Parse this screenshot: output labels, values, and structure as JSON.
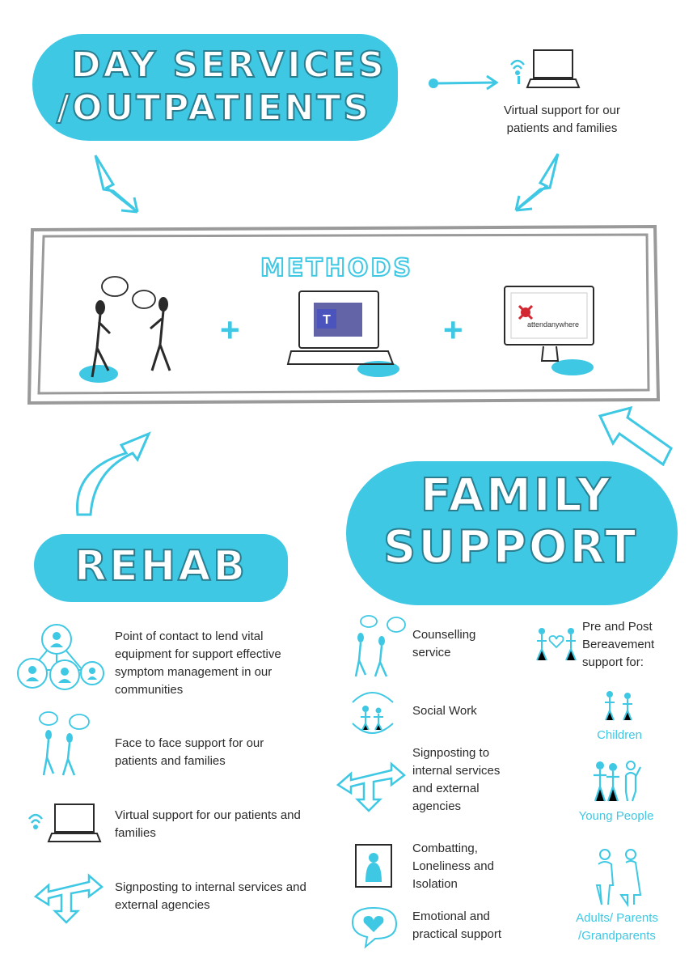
{
  "headings": {
    "day_services_line1": "DAY SERVICES",
    "day_services_line2": "/OUTPATIENTS",
    "methods": "METHODS",
    "rehab": "REHAB",
    "family_line1": "FAMILY",
    "family_line2": "SUPPORT"
  },
  "virtual_top": {
    "text": "Virtual support for our patients and families",
    "icon": "laptop-wifi-icon"
  },
  "methods_panel": {
    "items": [
      {
        "icon": "face-to-face-people-icon"
      },
      {
        "icon": "teams-laptop-icon",
        "logo_text": "T"
      },
      {
        "icon": "attend-anywhere-monitor-icon",
        "logo_text": "attendanywhere"
      }
    ],
    "plus": "+"
  },
  "rehab_items": [
    {
      "icon": "community-network-icon",
      "text": "Point of contact to lend vital equipment for support effective symptom management in our communities"
    },
    {
      "icon": "conversation-people-icon",
      "text": "Face to face support for our patients and families"
    },
    {
      "icon": "laptop-wifi-icon",
      "text": "Virtual support for our patients and families"
    },
    {
      "icon": "signpost-arrows-icon",
      "text": "Signposting to internal services and external agencies"
    }
  ],
  "family_items": [
    {
      "icon": "counselling-people-icon",
      "text": "Counselling service"
    },
    {
      "icon": "social-work-family-icon",
      "text": "Social Work"
    },
    {
      "icon": "signpost-arrows-icon",
      "text": "Signposting to internal services and external agencies"
    },
    {
      "icon": "isolation-figure-icon",
      "text": "Combatting, Loneliness and Isolation"
    },
    {
      "icon": "heart-speech-icon",
      "text": "Emotional and practical support"
    }
  ],
  "bereavement": {
    "text": "Pre and Post Bereavement support for:",
    "groups": [
      {
        "icon": "children-icon",
        "label": "Children"
      },
      {
        "icon": "young-people-icon",
        "label": "Young People"
      },
      {
        "icon": "adults-icon",
        "label": "Adults/ Parents /Grandparents"
      }
    ]
  },
  "colors": {
    "accent": "#3ec8e4",
    "text": "#2a2a2a",
    "frame": "#9a9a9a"
  }
}
